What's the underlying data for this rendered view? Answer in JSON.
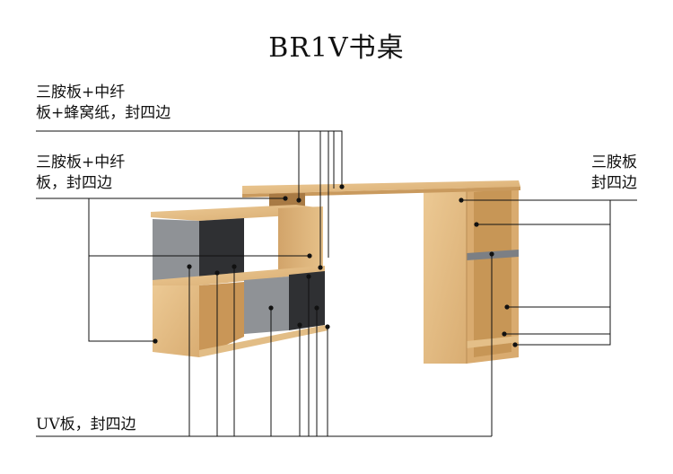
{
  "title": "BR1V书桌",
  "labels": {
    "top": [
      "三胺板+中纤",
      "板+蜂窝纸，封四边"
    ],
    "middle": [
      "三胺板+中纤",
      "板，封四边"
    ],
    "right": [
      "三胺板",
      "封四边"
    ],
    "bottom": "UV板，封四边"
  },
  "colors": {
    "wood": "#e2bd86",
    "wood_dark": "#c99a5e",
    "gray": "#8f9296",
    "gray_dark": "#3c3d40",
    "line": "#111111"
  }
}
